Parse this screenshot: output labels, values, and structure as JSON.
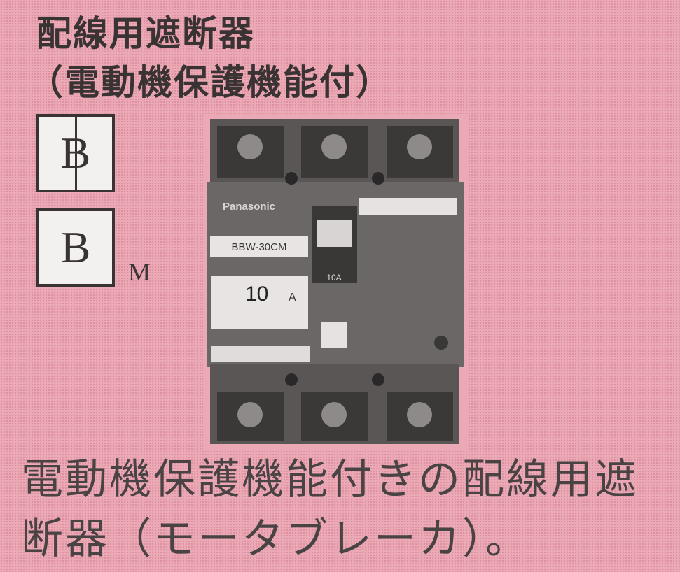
{
  "title": {
    "line1": "配線用遮断器",
    "line2": "（電動機保護機能付）"
  },
  "symbols": {
    "symbol1_letter": "B",
    "symbol2_letter": "B",
    "symbol2_subscript": "M"
  },
  "photo": {
    "brand": "Panasonic",
    "model": "BBW-30CM",
    "rating": "10",
    "unit": "A",
    "dial_value": "10A"
  },
  "caption": {
    "line1": "電動機保護機能付きの配線用遮",
    "line2": "断器（モータブレーカ）。"
  },
  "colors": {
    "background": "#eba9b6",
    "text": "#3a3333"
  }
}
